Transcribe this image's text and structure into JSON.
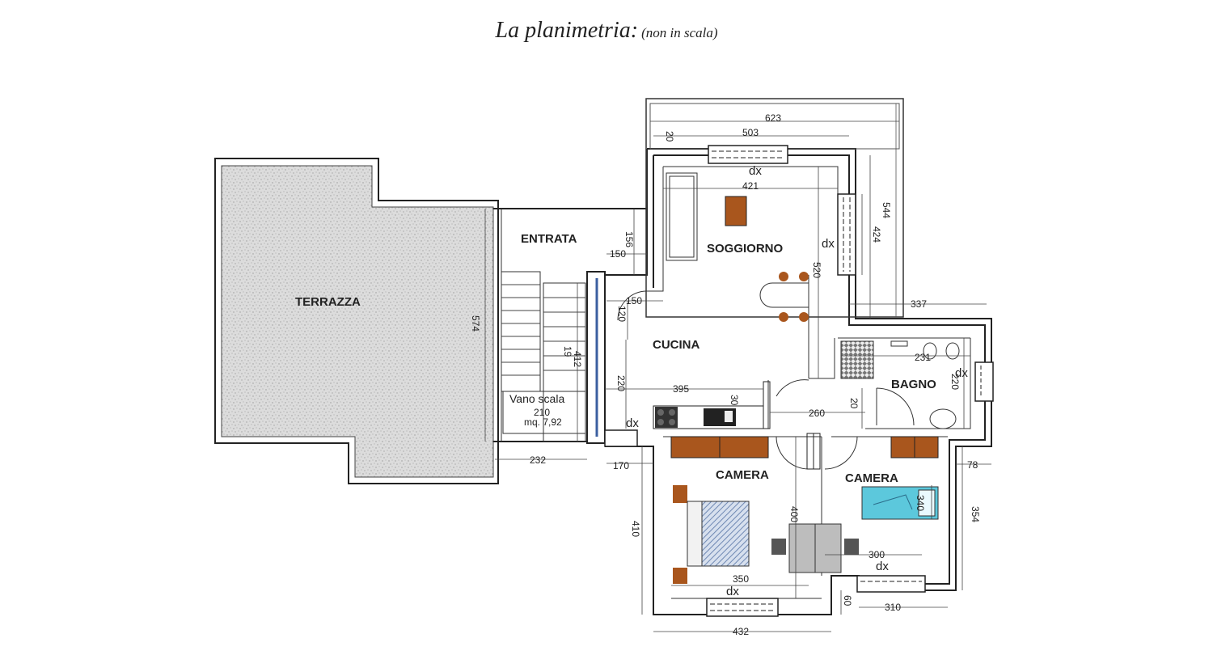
{
  "title": {
    "main": "La planimetria:",
    "sub": "(non in scala)"
  },
  "rooms": {
    "terrazza": "TERRAZZA",
    "entrata": "ENTRATA",
    "soggiorno": "SOGGIORNO",
    "cucina": "CUCINA",
    "bagno": "BAGNO",
    "camera1": "CAMERA",
    "camera2": "CAMERA",
    "vano_scala": "Vano scala",
    "vano_mq": "mq. 7,92"
  },
  "dimensions": {
    "d623": "623",
    "d503": "503",
    "d20a": "20",
    "d421": "421",
    "d544": "544",
    "d424": "424",
    "d156": "156",
    "d150a": "150",
    "d150b": "150",
    "d520": "520",
    "d120": "120",
    "d337": "337",
    "d574": "574",
    "d412": "412",
    "d19": "19",
    "d231": "231",
    "d220a": "220",
    "d220b": "220",
    "d395": "395",
    "d30": "30",
    "d260": "260",
    "d20b": "20",
    "d210": "210",
    "d232": "232",
    "d170": "170",
    "d78": "78",
    "d400": "400",
    "d340": "340",
    "d410": "410",
    "d354": "354",
    "d300": "300",
    "d350": "350",
    "d60": "60",
    "d310": "310",
    "d432": "432"
  },
  "markers": {
    "dx1": "dx",
    "dx2": "dx",
    "dx3": "dx",
    "dx4": "dx",
    "dx5": "dx",
    "dx6": "dx"
  },
  "colors": {
    "wall": "#222222",
    "terrace_fill": "#d9d9d9",
    "furniture_wood": "#a9561d",
    "bed_blue": "#9fb6d6",
    "bed_cyan": "#5cc8dc",
    "chair": "#555555",
    "wardrobe_grey": "#bdbdbd"
  }
}
